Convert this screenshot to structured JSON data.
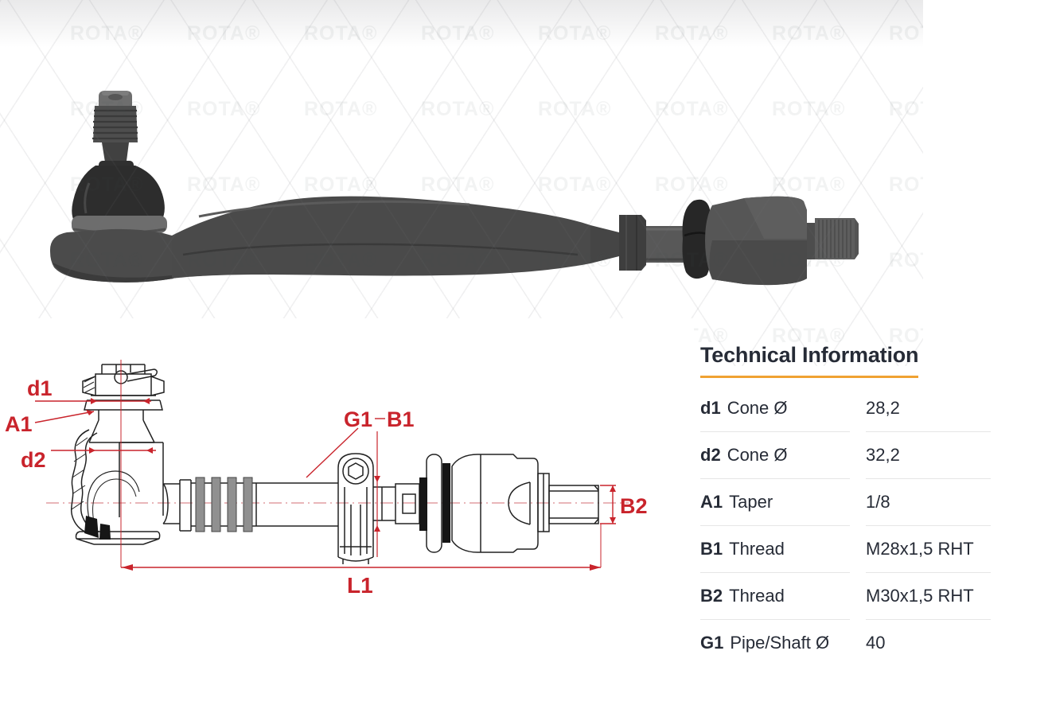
{
  "watermark": {
    "text": "ROTA®"
  },
  "diagram": {
    "labels": {
      "d1": "d1",
      "a1": "A1",
      "d2": "d2",
      "g1": "G1",
      "b1": "B1",
      "b2": "B2",
      "l1": "L1"
    }
  },
  "technical": {
    "title": "Technical Information",
    "rows": [
      {
        "key": "d1",
        "label": "Cone Ø",
        "value": "28,2"
      },
      {
        "key": "d2",
        "label": "Cone Ø",
        "value": "32,2"
      },
      {
        "key": "A1",
        "label": "Taper",
        "value": "1/8"
      },
      {
        "key": "B1",
        "label": "Thread",
        "value": "M28x1,5 RHT"
      },
      {
        "key": "B2",
        "label": "Thread",
        "value": "M30x1,5 RHT"
      },
      {
        "key": "G1",
        "label": "Pipe/Shaft Ø",
        "value": "40"
      }
    ]
  },
  "colors": {
    "accent_orange": "#F0A232",
    "annotation_red": "#C9242C",
    "heading_text": "#262B36",
    "divider": "#E6E6E6"
  }
}
